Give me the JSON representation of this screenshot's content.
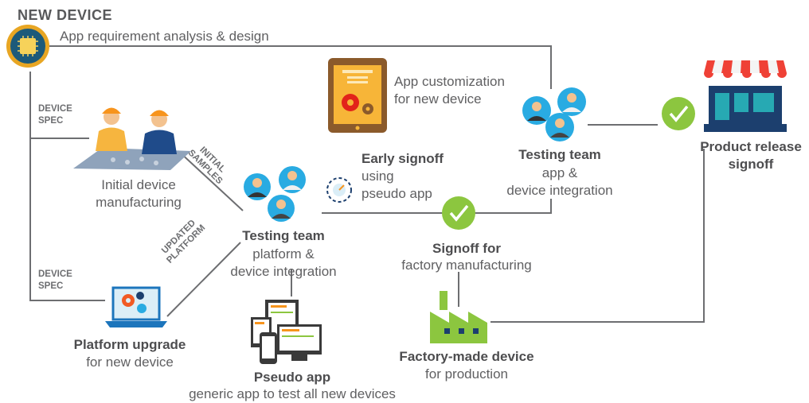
{
  "header": {
    "title": "NEW DEVICE"
  },
  "top_flow": {
    "label": "App requirement analysis & design"
  },
  "left_labels": {
    "spec_1": "DEVICE\nSPEC",
    "spec_2": "DEVICE\nSPEC"
  },
  "diagonal_labels": {
    "initial_samples": "INITIAL\nSAMPLES",
    "updated_platform": "UPDATED\nPLATFORM"
  },
  "nodes": {
    "initial_manufacturing": {
      "line1": "Initial device",
      "line2": "manufacturing"
    },
    "app_customization": {
      "line1": "App customization",
      "line2": "for new device"
    },
    "early_signoff": {
      "title": "Early signoff",
      "line1": "using",
      "line2": "pseudo app"
    },
    "testing_team_app": {
      "title": "Testing team",
      "line1": "app &",
      "line2": "device integration"
    },
    "testing_team_platform": {
      "title": "Testing team",
      "line1": "platform &",
      "line2": "device integration"
    },
    "product_release": {
      "line1": "Product release",
      "line2": "signoff"
    },
    "signoff_factory": {
      "title": "Signoff for",
      "line1": "factory manufacturing"
    },
    "platform_upgrade": {
      "title": "Platform upgrade",
      "line1": "for new device"
    },
    "pseudo_app": {
      "title": "Pseudo app",
      "line1": "generic app to test all new devices"
    },
    "factory_device": {
      "title": "Factory-made device",
      "line1": "for production"
    }
  },
  "colors": {
    "line": "#6d6e71",
    "green": "#8cc63f",
    "orange": "#f7941d",
    "navy": "#1c3f6e",
    "teal": "#27a9b3",
    "red": "#ef4136",
    "gray": "#808285"
  },
  "icons": [
    "chip-icon",
    "workers-icon",
    "tablet-gears-icon",
    "team-icon",
    "checkmark-icon",
    "store-icon",
    "dial-icon",
    "laptop-gears-icon",
    "devices-icon",
    "factory-icon"
  ]
}
